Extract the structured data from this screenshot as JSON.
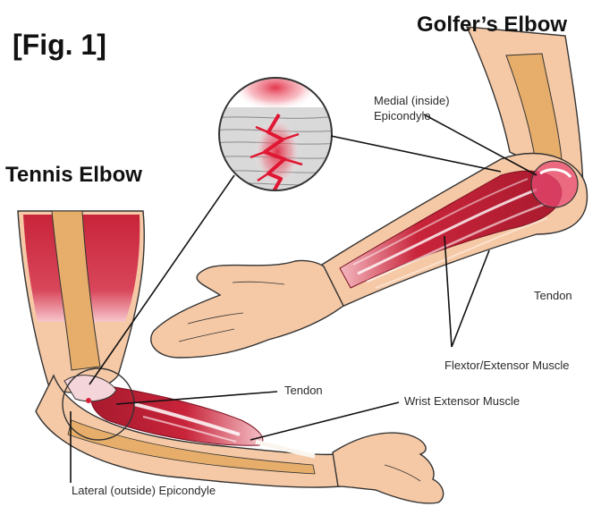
{
  "figure": {
    "fig_label": "[Fig. 1]",
    "golfers_title": "Golfer’s Elbow",
    "tennis_title": "Tennis Elbow",
    "labels": {
      "medial_line1": "Medial (inside)",
      "medial_line2": "Epicondyle",
      "tendon_upper": "Tendon",
      "flexor_extensor": "Flextor/Extensor Muscle",
      "tendon_lower": "Tendon",
      "wrist_extensor": "Wrist Extensor Muscle",
      "lateral": "Lateral (outside) Epicondyle"
    }
  },
  "colors": {
    "skin": "#f6c9a6",
    "bone": "#e6ae6a",
    "muscle": "#c8243a",
    "muscle_light": "#ee9aa5",
    "tendon": "#faf5ee",
    "outline": "#333333"
  }
}
